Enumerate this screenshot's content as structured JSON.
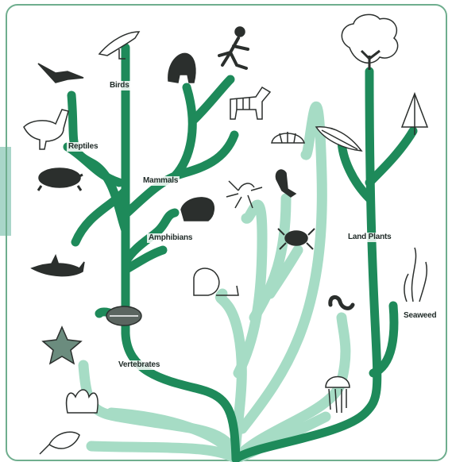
{
  "labels": {
    "birds": "Birds",
    "reptiles": "Reptiles",
    "mammals": "Mammals",
    "amphibians": "Amphibians",
    "vertebrates": "Vertebrates",
    "land_plants": "Land Plants",
    "seaweed": "Seaweed"
  },
  "icons": [
    "bird-icon",
    "pterosaur-icon",
    "gorilla-icon",
    "runner-icon",
    "zebra-icon",
    "dinosaur-icon",
    "turtle-icon",
    "tortoise-icon",
    "frog-icon",
    "scorpion-icon",
    "crab-icon",
    "squid-icon",
    "shark-icon",
    "snail-icon",
    "trilobite-icon",
    "starfish-icon",
    "sponge-icon",
    "protist-icon",
    "worm-icon",
    "jellyfish-icon",
    "tree-icon",
    "fern-icon",
    "conifer-icon",
    "seaweed-icon"
  ],
  "colors": {
    "dark_branch": "#1e8a5a",
    "light_branch": "#a6dcc5",
    "frame": "#6fae8e",
    "icon": "#2b2f2d"
  }
}
